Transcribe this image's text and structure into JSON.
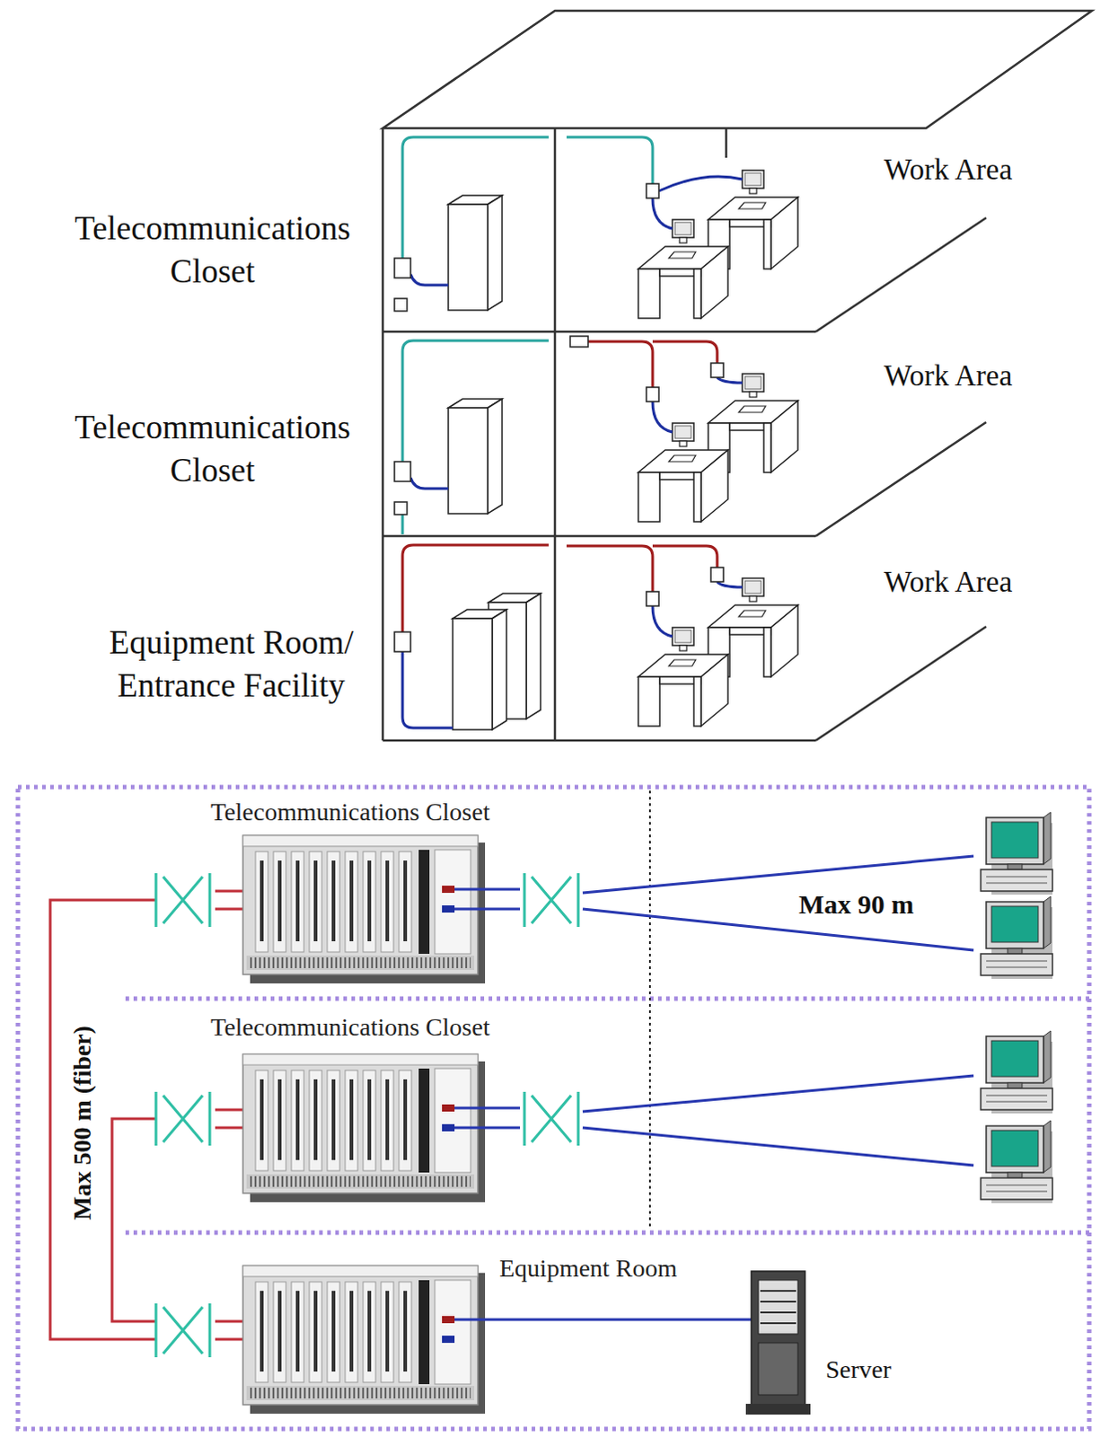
{
  "diagram": {
    "nodes": [
      {
        "text": [
          "Telecommunications Closet"
        ]
      },
      {
        "text": [
          "Telecommunications Closet"
        ]
      },
      {
        "text": [
          "Equipment Room"
        ]
      }
    ],
    "labels": [
      "Work Area",
      "Telecommunications Closet",
      "Work Area",
      "Telecommunications Closet",
      "Work Area",
      "Equipment Room/ Entrance Facility",
      "Max 90 m",
      "Max 500 m (fiber)",
      "Server"
    ]
  }
}
